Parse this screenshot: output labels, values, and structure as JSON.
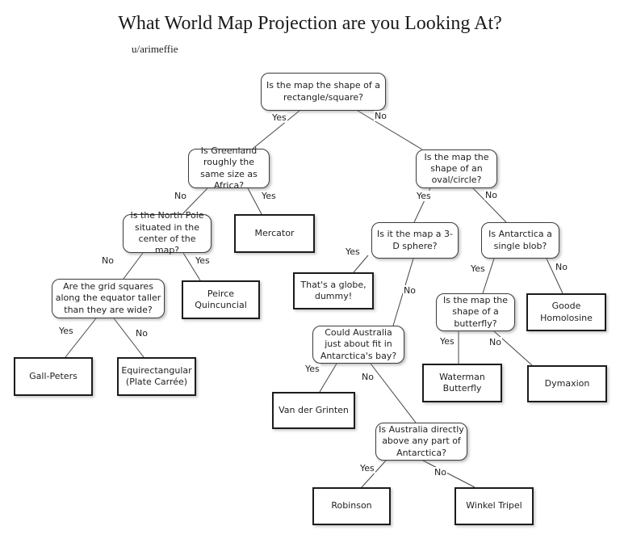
{
  "title": "What World Map Projection are you Looking At?",
  "credit": "u/arimeffie",
  "edge_labels": {
    "yes": "Yes",
    "no": "No"
  },
  "nodes": {
    "root": "Is the map the shape of a rectangle/square?",
    "greenland": "Is Greenland roughly the same size as Africa?",
    "oval": "Is the map the shape of an oval/circle?",
    "north_pole": "Is the North Pole situated in the center of the map?",
    "mercator": "Mercator",
    "grid_squares": "Are the grid squares along the equator taller than they are wide?",
    "peirce": "Peirce Quincuncial",
    "gall_peters": "Gall-Peters",
    "equirectangular": "Equirectangular (Plate Carrée)",
    "sphere": "Is it the map a 3-D sphere?",
    "antarctica_blob": "Is Antarctica a single blob?",
    "globe": "That's a globe, dummy!",
    "australia_fit": "Could Australia just about fit in Antarctica's bay?",
    "butterfly": "Is the map the shape of a butterfly?",
    "goode": "Goode Homolosine",
    "van_der_grinten": "Van der Grinten",
    "australia_above": "Is Australia directly above any part of Antarctica?",
    "waterman": "Waterman Butterfly",
    "dymaxion": "Dymaxion",
    "robinson": "Robinson",
    "winkel": "Winkel Tripel"
  }
}
